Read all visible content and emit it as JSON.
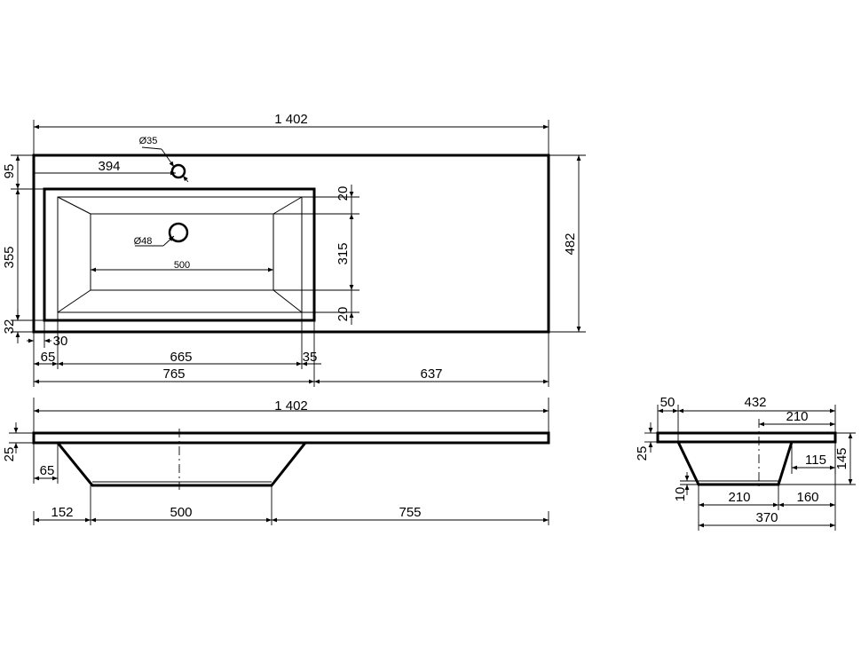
{
  "top_view": {
    "overall_length": "1 402",
    "faucet_hole_diameter": "Ø35",
    "faucet_hole_offset": "394",
    "top_margin": "95",
    "bowl_outer_depth": "355",
    "bottom_margin": "32",
    "overall_depth": "482",
    "bowl_inner_top_offset": "20",
    "bowl_inner_depth": "315",
    "bowl_inner_bottom_offset": "20",
    "drain_diameter": "Ø48",
    "bowl_bottom_length": "500",
    "left_edge_gap": "30",
    "left_inner_offset": "65",
    "bowl_inner_length": "665",
    "right_inner_offset": "35",
    "bowl_outer_length": "765",
    "counter_length": "637"
  },
  "front_view": {
    "overall_length": "1 402",
    "slab_thickness": "25",
    "bowl_side_offset": "65",
    "left_offset": "152",
    "bottom_length": "500",
    "right_offset": "755"
  },
  "side_view": {
    "front_lip": "50",
    "overall_depth": "432",
    "rear_half": "210",
    "slab_thickness": "25",
    "overall_height": "145",
    "rear_slope": "115",
    "bottom_thickness": "10",
    "bottom_front_half": "210",
    "bottom_rear_offset": "160",
    "bowl_depth": "370"
  }
}
